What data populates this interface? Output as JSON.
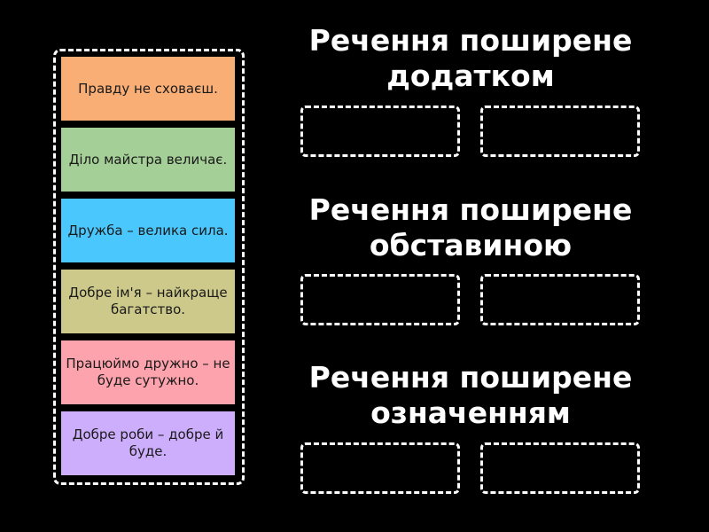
{
  "cards": [
    {
      "text": "Правду не сховаєш.",
      "color": "#f9ae76"
    },
    {
      "text": "Діло майстра величає.",
      "color": "#a4cf97"
    },
    {
      "text": "Дружба – велика сила.",
      "color": "#4ac8fd"
    },
    {
      "text": "Добре ім'я – найкраще багатство.",
      "color": "#cdc98a"
    },
    {
      "text": "Працюймо дружно – не буде сутужно.",
      "color": "#fda3ad"
    },
    {
      "text": "Добре роби – добре й буде.",
      "color": "#cdaefc"
    }
  ],
  "groups": [
    {
      "title": "Речення поширене додатком"
    },
    {
      "title": "Речення поширене обставиною"
    },
    {
      "title": "Речення поширене означенням"
    }
  ]
}
